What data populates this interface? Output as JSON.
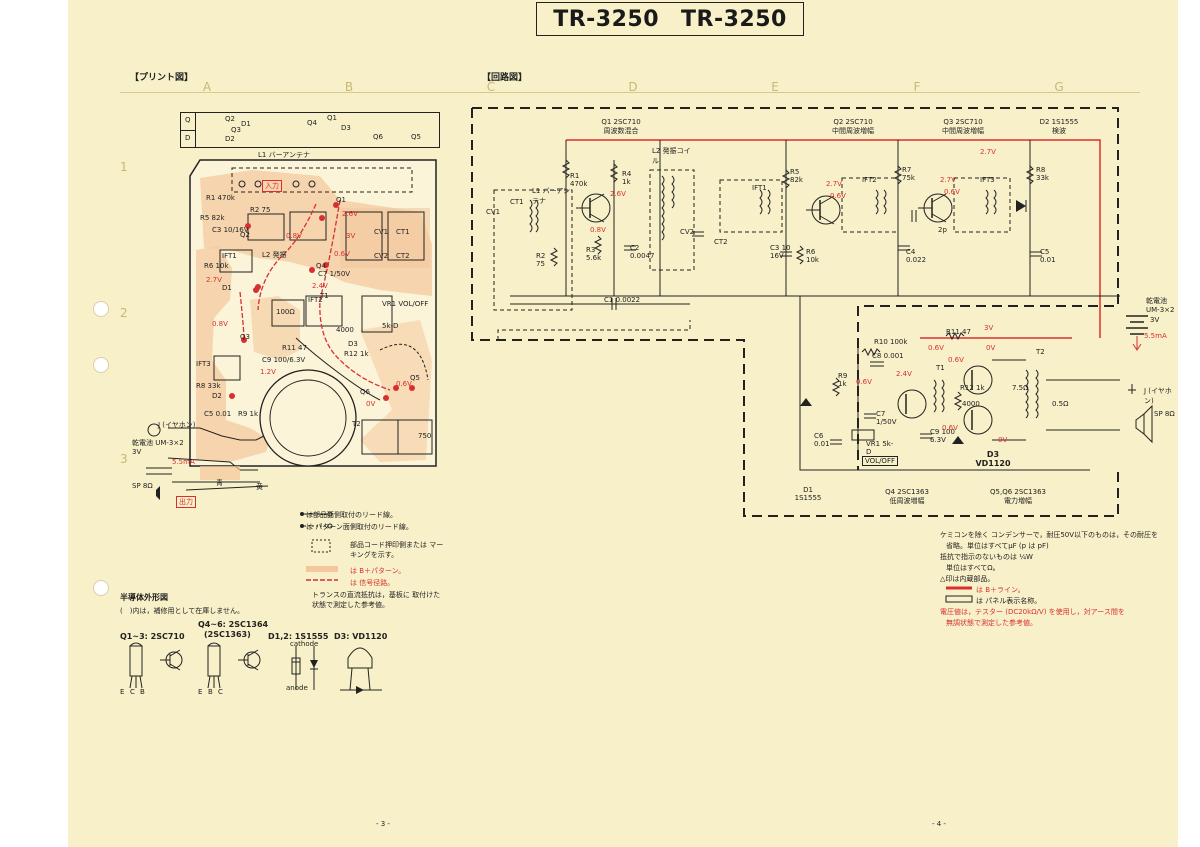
{
  "header": {
    "model_left": "TR-3250",
    "model_right": "TR-3250"
  },
  "sections": {
    "print": "【プリント図】",
    "circuit": "【回路図】"
  },
  "grid": {
    "columns": [
      "A",
      "B",
      "C",
      "D",
      "E",
      "F",
      "G"
    ],
    "rows": [
      "1",
      "2",
      "3"
    ]
  },
  "qd_table": {
    "q": "Q",
    "d": "D",
    "items": [
      "Q2",
      "D1",
      "Q3",
      "D2",
      "Q4",
      "Q1",
      "D3",
      "Q6",
      "Q5"
    ]
  },
  "print_board": {
    "l1": "L1 バーアンテナ",
    "input_tag": "入力",
    "output_tag": "出力",
    "labels": [
      "Q1",
      "Q2",
      "Q3",
      "Q4",
      "Q5",
      "Q6",
      "D1",
      "D2",
      "D3",
      "CV1",
      "CV2",
      "CT1",
      "CT2",
      "IFT1",
      "IFT2",
      "IFT3",
      "L2 発振",
      "R1 470k",
      "R2 75",
      "R5 82k",
      "C3 10/16V",
      "R6 10k",
      "C7 1/50V",
      "VR1 VOL/OFF",
      "5k-D",
      "R11 47",
      "R12 1k",
      "T1",
      "T2",
      "C9 100/6.3V",
      "R8 33k",
      "C5 0.01",
      "R9 1k",
      "4000",
      "100Ω",
      "750"
    ],
    "jack": "J (イヤホン)",
    "battery": "乾電池 UM-3×2 3V",
    "current": "5.5mA",
    "speaker": "SP 8Ω",
    "wire_blue": "青",
    "wire_yellow": "黄",
    "volts": [
      "0.8V",
      "2.6V",
      "2.7V",
      "0.6V",
      "3V",
      "2.4V",
      "0V",
      "0.6V",
      "0.8V",
      "1.2V"
    ]
  },
  "schematic": {
    "q1": {
      "name": "Q1",
      "part": "2SC710",
      "desc": "周波数混合"
    },
    "q2": {
      "name": "Q2",
      "part": "2SC710",
      "desc": "中間周波増幅"
    },
    "q3": {
      "name": "Q3",
      "part": "2SC710",
      "desc": "中間周波増幅"
    },
    "d2": {
      "name": "D2",
      "part": "1S1555",
      "desc": "検波"
    },
    "l2": "L2 発振コイル",
    "l1": "L1 バーアンテナ",
    "d1": {
      "name": "D1",
      "part": "1S1555"
    },
    "q4": {
      "name": "Q4",
      "part": "2SC1363",
      "desc": "低周波増幅"
    },
    "q56": {
      "name": "Q5,Q6",
      "part": "2SC1363",
      "desc": "電力増幅"
    },
    "d3": {
      "name": "D3",
      "part": "VD1120"
    },
    "battery": {
      "label": "乾電池",
      "type": "UM-3×2",
      "volt": "3V",
      "current": "5.5mA"
    },
    "jack": "J (イヤホン)",
    "speaker": "SP 8Ω",
    "vol": "VOL/OFF",
    "vr1": "VR1 5k-D",
    "components": [
      "CV1",
      "CT1",
      "R1 470k",
      "R4 1k",
      "C2 0.0047",
      "R3 5.6k",
      "R2 75",
      "C1 0.0022",
      "CV2",
      "CT2",
      "IFT1",
      "C3 10 16V",
      "R6 10k",
      "R5 82k",
      "IFT2",
      "R7 75k",
      "C4 0.022",
      "IFT3",
      "R8 33k",
      "C5 0.01",
      "C8 0.001",
      "R10 100k",
      "R9 1k",
      "C7 1/50V",
      "C6 0.01",
      "T1",
      "R11 47",
      "R12 1k",
      "4000",
      "C9 100 6.3V",
      "T2",
      "7.5Ω",
      "0.5Ω",
      "2p"
    ],
    "volts": [
      "2.6V",
      "0.8V",
      "2.7V",
      "0.6V",
      "2.7V",
      "0.6V",
      "2.7V",
      "3V",
      "0.6V",
      "0V",
      "0.6V",
      "2.4V",
      "0V",
      "0.6V",
      "0.6V"
    ]
  },
  "print_notes": [
    "は部品面側取付のリード線。",
    "は パターン面側取付のリード線。",
    "部品コード押印側または マーキングを示す。",
    "は B＋パターン。",
    "は 信号径路。",
    "トランスの直流抵抗は，基板に 取付けた状態で測定した参考値。"
  ],
  "semiconductors": {
    "title": "半導体外形図",
    "note": "(　)内は，補修用として在庫しません。",
    "q1_3": "Q1~3: 2SC710",
    "q4_6": "Q4~6: 2SC1364",
    "q4_6_alt": "(2SC1363)",
    "d12": "D1,2: 1S1555",
    "d3": "D3: VD1120",
    "ecb": [
      "E",
      "C",
      "B"
    ],
    "ebc": [
      "E",
      "B",
      "C"
    ],
    "cathode": "cathode",
    "anode": "anode"
  },
  "schematic_notes": [
    "ケミコンを除く コンデンサーで，耐圧50V以下のものは，その耐圧を",
    "省略。単位はすべてμF (p は pF)",
    "抵抗で指示のないものは ¼W",
    "単位はすべてΩ。",
    "△印は内蔵部品。",
    "は B＋ライン。",
    "は パネル表示名称。",
    "電圧値は，テスター (DC20kΩ/V) を使用し，対アース間を",
    "無調状態で測定した参考値。"
  ],
  "pages": {
    "left": "- 3 -",
    "right": "- 4 -"
  },
  "colors": {
    "paper": "#f7f0c8",
    "orange_pattern": "#f4c89c",
    "red": "#d83030",
    "ink": "#222222"
  }
}
